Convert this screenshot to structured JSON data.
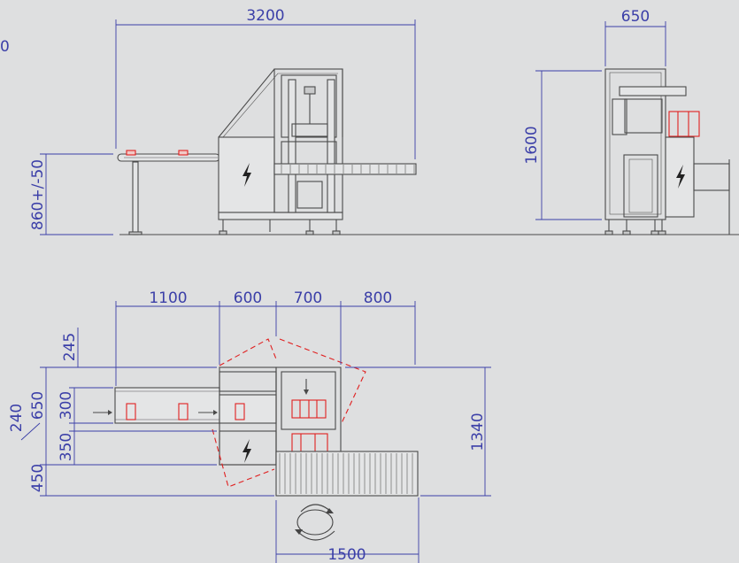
{
  "corner_label": "0",
  "side_view": {
    "overall_length": "3200",
    "infeed_height": "860+/-50"
  },
  "end_view": {
    "width": "650",
    "height": "1600"
  },
  "plan_view": {
    "segments": [
      "1100",
      "600",
      "700",
      "800"
    ],
    "left_dims": [
      "245",
      "650",
      "300",
      "240",
      "350",
      "450"
    ],
    "overall_depth": "1340",
    "outfeed_length": "1500"
  },
  "colors": {
    "dimension": "#3b3fa8",
    "product": "#e02020",
    "frame": "#4a4a4a",
    "background": "#dedfe0"
  },
  "icons": [
    "lightning-bolt-icon",
    "rotation-arrows-icon",
    "flow-arrow-icon"
  ]
}
